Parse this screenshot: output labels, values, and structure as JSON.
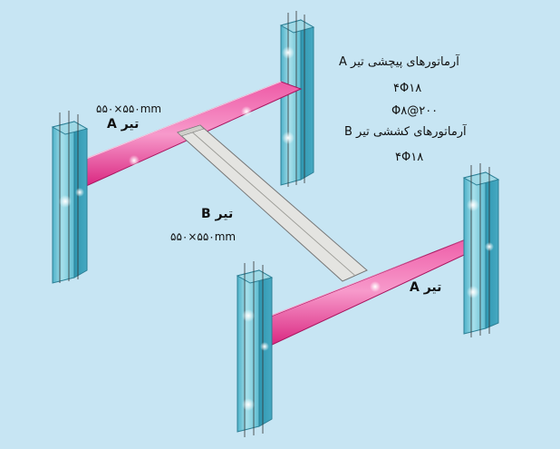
{
  "labels": {
    "beam_a_top_size": "۵۵۰×۵۵۰mm",
    "beam_a_top_name": "تیر A",
    "beam_b_name": "تیر B",
    "beam_b_size": "۵۵۰×۵۵۰mm",
    "beam_a_bottom_name": "تیر A",
    "rebar_a_title": "آرماتورهای پیچشی تیر A",
    "rebar_a_count": "۴Φ۱۸",
    "stirrup_spacing": "Φ۸@۲۰۰",
    "rebar_b_title": "آرماتورهای کششی تیر B",
    "rebar_b_count": "۴Φ۱۸"
  },
  "colors": {
    "background": "#c7e5f3",
    "column_face": "#6cc3d6",
    "column_side": "#3fa3bd",
    "beam_a": "#e2348c",
    "beam_b": "#e2e2df"
  }
}
